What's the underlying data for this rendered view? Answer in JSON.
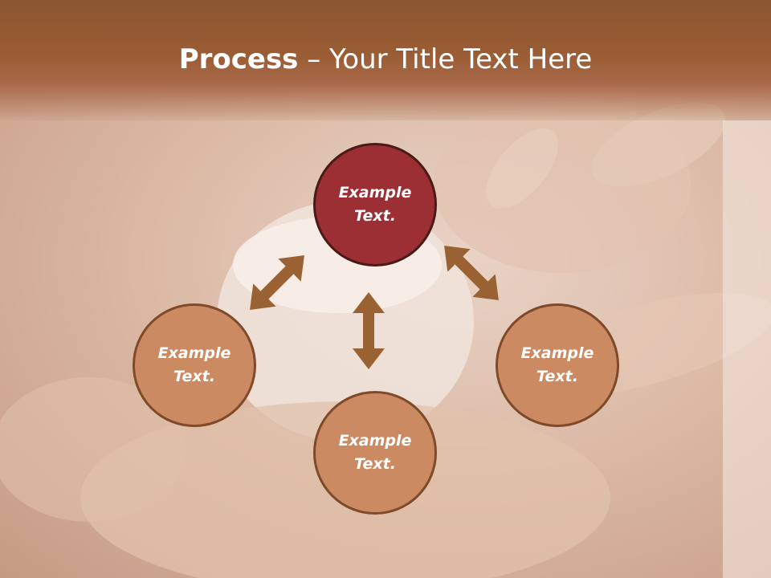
{
  "title": {
    "bold": "Process",
    "rest": " – Your Title Text Here"
  },
  "nodes": {
    "top": {
      "line1": "Example",
      "line2": "Text."
    },
    "left": {
      "line1": "Example",
      "line2": "Text."
    },
    "right": {
      "line1": "Example",
      "line2": "Text."
    },
    "bottom": {
      "line1": "Example",
      "line2": "Text."
    }
  },
  "colors": {
    "header": "#9a5c33",
    "node_top": "#9b2f33",
    "node_other": "#cc8a63",
    "arrow": "#9a6232"
  }
}
